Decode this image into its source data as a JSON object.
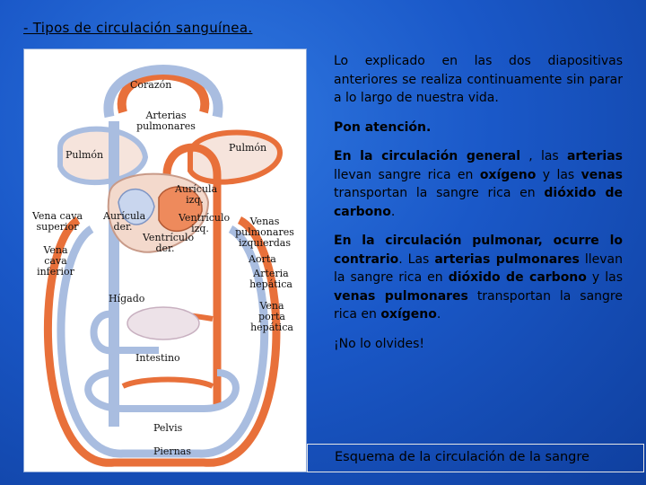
{
  "slide": {
    "title": "- Tipos de circulación sanguínea."
  },
  "figure": {
    "labels": {
      "corazon": "Corazón",
      "arterias_pulmonares": "Arterias pulmonares",
      "pulmon_left": "Pulmón",
      "pulmon_right": "Pulmón",
      "auricula_izq": "Aurícula izq.",
      "ventriculo_izq": "Ventrículo izq.",
      "auricula_der": "Aurícula der.",
      "ventriculo_der": "Ventrículo der.",
      "vena_cava_superior": "Vena cava superior",
      "venas_pulmonares": "Venas pulmonares izquierdas",
      "aorta": "Aorta",
      "vena_cava_inferior": "Vena cava inferior",
      "arteria_hepatica": "Arteria hepática",
      "higado": "Hígado",
      "vena_porta": "Vena porta hepática",
      "intestino": "Intestino",
      "pelvis": "Pelvis",
      "piernas": "Piernas"
    },
    "colors": {
      "artery": "#e8703a",
      "vein": "#a9bde0",
      "heart": "#f3d9cc"
    }
  },
  "text": {
    "intro": "Lo explicado en las dos diapositivas anteriores se realiza continuamente sin parar a lo largo de nuestra vida.",
    "attention": "Pon atención.",
    "general_1": "En la circulación general",
    "general_2": " , las ",
    "general_3": "arterias",
    "general_4": " llevan sangre rica en ",
    "general_5": "oxígeno",
    "general_6": " y las ",
    "general_7": "venas",
    "general_8": " transportan la sangre rica en ",
    "general_9": "dióxido de carbono",
    "general_10": ".",
    "pulmonar_1": "En la circulación pulmonar, ocurre lo contrario",
    "pulmonar_2": ". Las ",
    "pulmonar_3": "arterias pulmonares",
    "pulmonar_4": " llevan la sangre rica en ",
    "pulmonar_5": "dióxido de carbono",
    "pulmonar_6": " y las ",
    "pulmonar_7": "venas pulmonares",
    "pulmonar_8": " transportan la sangre rica en ",
    "pulmonar_9": "oxígeno",
    "pulmonar_10": ".",
    "reminder": "¡No lo olvides!"
  },
  "caption": "Esquema de la circulación de la sangre"
}
